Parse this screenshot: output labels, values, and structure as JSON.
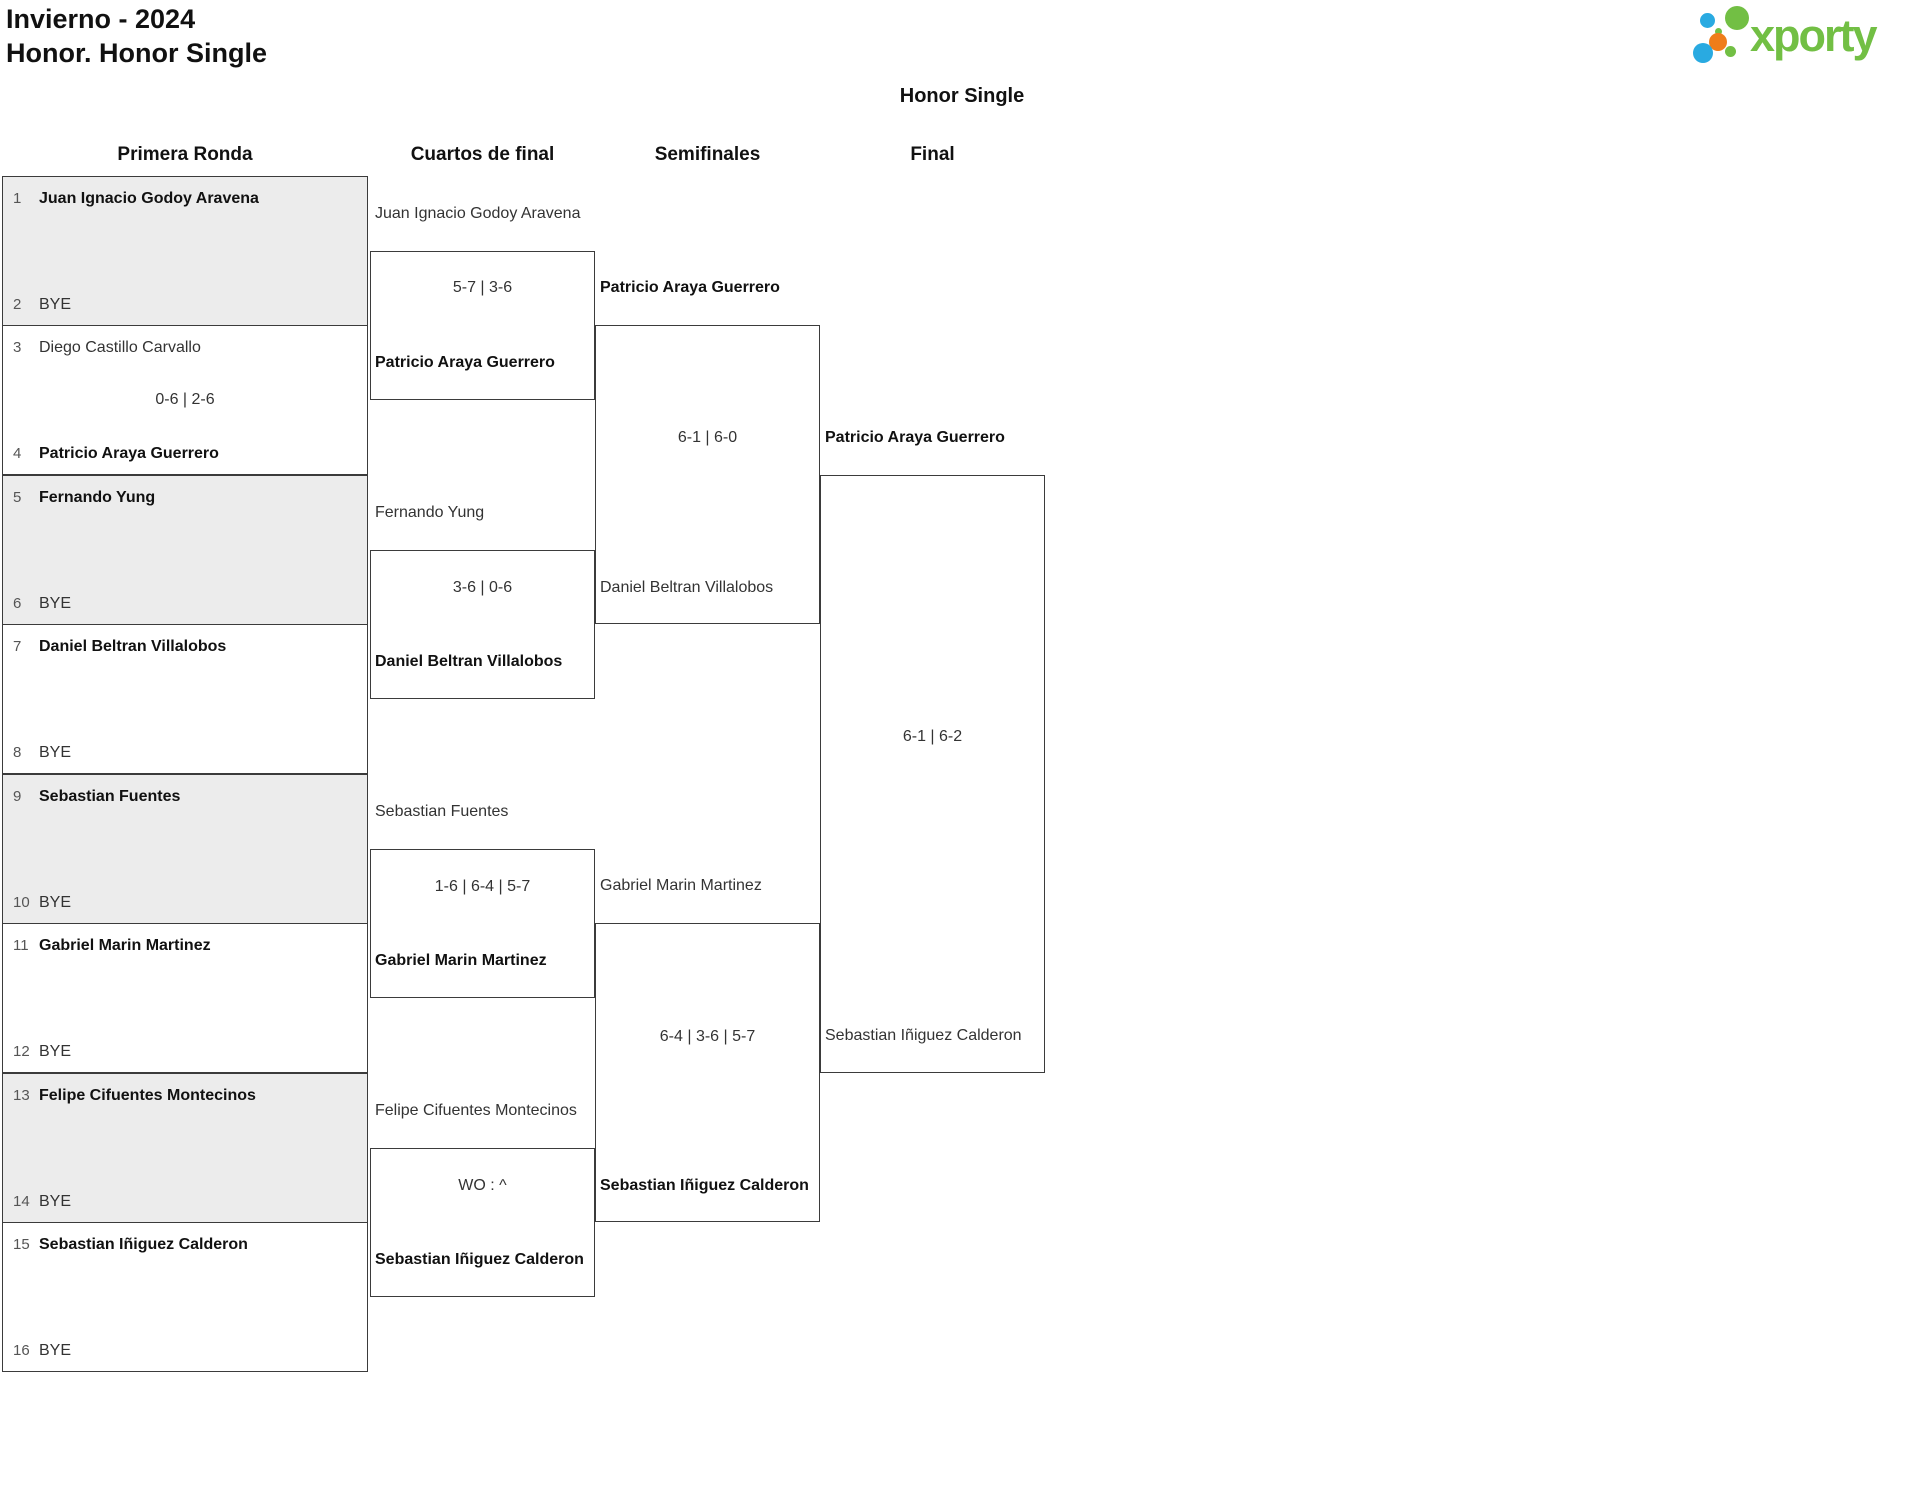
{
  "header": {
    "title_line1": "Invierno - 2024",
    "title_line2": "Honor. Honor Single",
    "logo_text": "xporty",
    "logo_colors": {
      "green": "#72bf44",
      "blue": "#29aae1",
      "orange": "#ef7d1a"
    }
  },
  "bracket": {
    "title": "Honor Single",
    "round_labels": [
      "Primera Ronda",
      "Cuartos de final",
      "Semifinales",
      "Final"
    ],
    "first_round": [
      {
        "top": {
          "seed": "1",
          "name": "Juan Ignacio Godoy Aravena",
          "winner": true
        },
        "bottom": {
          "seed": "2",
          "name": "BYE",
          "winner": false
        },
        "score": ""
      },
      {
        "top": {
          "seed": "3",
          "name": "Diego Castillo Carvallo",
          "winner": false
        },
        "bottom": {
          "seed": "4",
          "name": "Patricio Araya Guerrero",
          "winner": true
        },
        "score": "0-6 | 2-6"
      },
      {
        "top": {
          "seed": "5",
          "name": "Fernando Yung",
          "winner": true
        },
        "bottom": {
          "seed": "6",
          "name": "BYE",
          "winner": false
        },
        "score": ""
      },
      {
        "top": {
          "seed": "7",
          "name": "Daniel Beltran Villalobos",
          "winner": true
        },
        "bottom": {
          "seed": "8",
          "name": "BYE",
          "winner": false
        },
        "score": ""
      },
      {
        "top": {
          "seed": "9",
          "name": "Sebastian Fuentes",
          "winner": true
        },
        "bottom": {
          "seed": "10",
          "name": "BYE",
          "winner": false
        },
        "score": ""
      },
      {
        "top": {
          "seed": "11",
          "name": "Gabriel Marin Martinez",
          "winner": true
        },
        "bottom": {
          "seed": "12",
          "name": "BYE",
          "winner": false
        },
        "score": ""
      },
      {
        "top": {
          "seed": "13",
          "name": "Felipe Cifuentes Montecinos",
          "winner": true
        },
        "bottom": {
          "seed": "14",
          "name": "BYE",
          "winner": false
        },
        "score": ""
      },
      {
        "top": {
          "seed": "15",
          "name": "Sebastian Iñiguez Calderon",
          "winner": true
        },
        "bottom": {
          "seed": "16",
          "name": "BYE",
          "winner": false
        },
        "score": ""
      }
    ],
    "quarterfinals": [
      {
        "top": {
          "name": "Juan Ignacio Godoy Aravena",
          "winner": false
        },
        "bottom": {
          "name": "Patricio Araya Guerrero",
          "winner": true
        },
        "score": "5-7 | 3-6"
      },
      {
        "top": {
          "name": "Fernando Yung",
          "winner": false
        },
        "bottom": {
          "name": "Daniel Beltran Villalobos",
          "winner": true
        },
        "score": "3-6 | 0-6"
      },
      {
        "top": {
          "name": "Sebastian Fuentes",
          "winner": false
        },
        "bottom": {
          "name": "Gabriel Marin Martinez",
          "winner": true
        },
        "score": "1-6 | 6-4 | 5-7"
      },
      {
        "top": {
          "name": "Felipe Cifuentes Montecinos",
          "winner": false
        },
        "bottom": {
          "name": "Sebastian Iñiguez Calderon",
          "winner": true
        },
        "score": "WO : ^"
      }
    ],
    "semifinals": [
      {
        "top": {
          "name": "Patricio Araya Guerrero",
          "winner": true
        },
        "bottom": {
          "name": "Daniel Beltran Villalobos",
          "winner": false
        },
        "score": "6-1 | 6-0"
      },
      {
        "top": {
          "name": "Gabriel Marin Martinez",
          "winner": false
        },
        "bottom": {
          "name": "Sebastian Iñiguez Calderon",
          "winner": true
        },
        "score": "6-4 | 3-6 | 5-7"
      }
    ],
    "final": [
      {
        "top": {
          "name": "Patricio Araya Guerrero",
          "winner": true
        },
        "bottom": {
          "name": "Sebastian Iñiguez Calderon",
          "winner": false
        },
        "score": "6-1 | 6-2"
      }
    ]
  }
}
